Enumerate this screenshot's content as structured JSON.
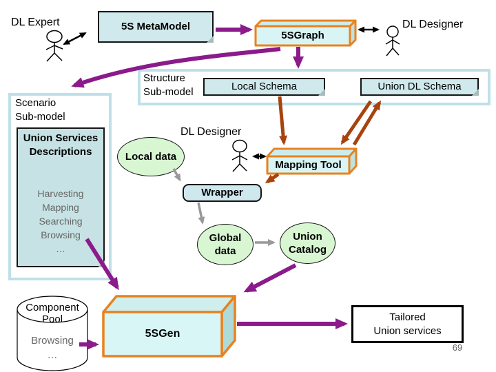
{
  "slide": {
    "page_number": "69"
  },
  "actors": {
    "expert": {
      "label": "DL Expert"
    },
    "designer_top": {
      "label": "DL Designer"
    },
    "designer_mid": {
      "label": "DL Designer"
    }
  },
  "nodes": {
    "metamodel": {
      "label": "5S MetaModel"
    },
    "graph5s": {
      "label": "5SGraph"
    },
    "local_schema": {
      "label": "Local Schema"
    },
    "union_dl_schema": {
      "label": "Union DL Schema"
    },
    "mapping_tool": {
      "label": "Mapping Tool"
    },
    "wrapper": {
      "label": "Wrapper"
    },
    "gen5s": {
      "label": "5SGen"
    },
    "tailored": {
      "line1": "Tailored",
      "line2": "Union services"
    },
    "local_data": {
      "label": "Local data"
    },
    "global_data": {
      "line1": "Global",
      "line2": "data"
    },
    "union_catalog": {
      "line1": "Union",
      "line2": "Catalog"
    }
  },
  "containers": {
    "structure": {
      "line1": "Structure",
      "line2": "Sub-model"
    },
    "scenario": {
      "line1": "Scenario",
      "line2": "Sub-model"
    }
  },
  "union_services": {
    "line1": "Union Services",
    "line2": "Descriptions",
    "items": [
      "Harvesting",
      "Mapping",
      "Searching",
      "Browsing",
      "…"
    ]
  },
  "component_pool": {
    "line1": "Component",
    "line2": "Pool",
    "item": "Browsing",
    "more": "…"
  },
  "colors": {
    "purple_arrow": "#8B1A8B",
    "orange_border": "#E8821E",
    "brown_arrow": "#A8430E",
    "gray_arrow": "#999999",
    "cyan_fill": "#CFE9EC",
    "green_fill": "#D8F6D2",
    "container_border": "#BFE0E8",
    "gray_text": "#666666"
  }
}
